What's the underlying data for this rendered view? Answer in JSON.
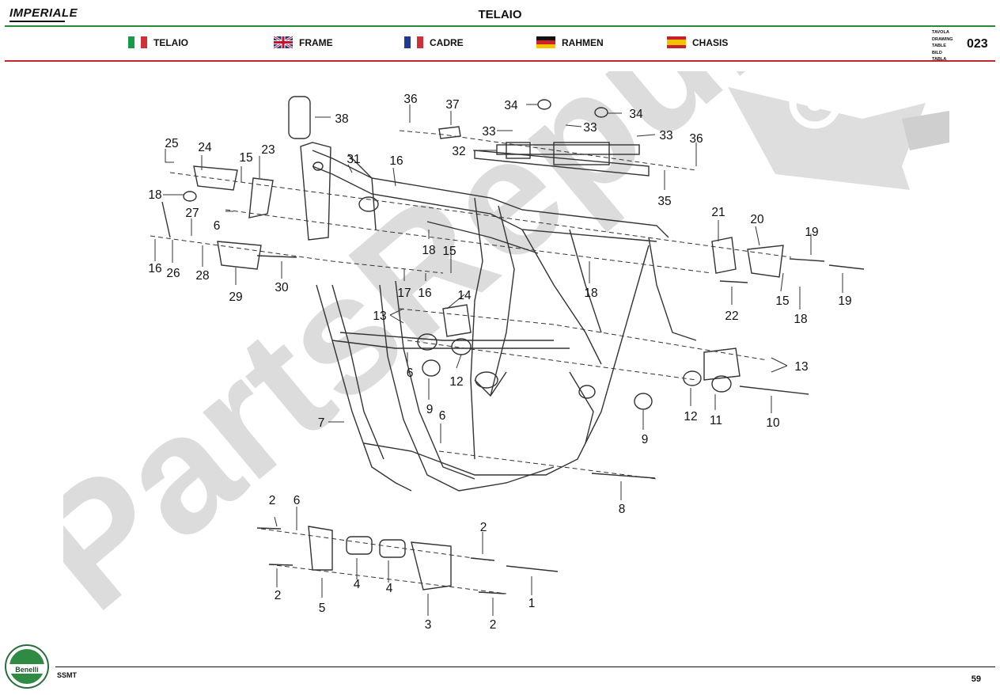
{
  "header": {
    "brand": "IMPERIALE",
    "title": "TELAIO",
    "languages": [
      {
        "label": "TELAIO",
        "flag": "italy-flag-icon"
      },
      {
        "label": "FRAME",
        "flag": "uk-flag-icon"
      },
      {
        "label": "CADRE",
        "flag": "france-flag-icon"
      },
      {
        "label": "RAHMEN",
        "flag": "germany-flag-icon"
      },
      {
        "label": "CHASIS",
        "flag": "spain-flag-icon"
      }
    ],
    "drawing_labels": [
      "TAVOLA",
      "DRAWING",
      "TABLE",
      "BILD",
      "TABLA"
    ],
    "drawing_number": "023"
  },
  "footer": {
    "logo_text": "Benelli",
    "model": "SSMT",
    "page": "59"
  },
  "watermark": {
    "text": "PartsRepublik",
    "icon": "gear-flag-icon"
  },
  "colors": {
    "green_rule": "#2a8a3a",
    "red_rule": "#c0282c",
    "watermark": "#d6d6d6"
  },
  "callouts": {
    "c1": "1",
    "c2a": "2",
    "c2b": "2",
    "c2c": "2",
    "c2d": "2",
    "c3": "3",
    "c4a": "4",
    "c4b": "4",
    "c5": "5",
    "c6a": "6",
    "c6b": "6",
    "c6c": "6",
    "c6d": "6",
    "c7": "7",
    "c8": "8",
    "c9a": "9",
    "c9b": "9",
    "c10": "10",
    "c11": "11",
    "c12a": "12",
    "c12b": "12",
    "c13a": "13",
    "c13b": "13",
    "c14": "14",
    "c15a": "15",
    "c15b": "15",
    "c15c": "15",
    "c16a": "16",
    "c16b": "16",
    "c16c": "16",
    "c17": "17",
    "c18a": "18",
    "c18b": "18",
    "c18c": "18",
    "c18d": "18",
    "c19a": "19",
    "c19b": "19",
    "c20": "20",
    "c21": "21",
    "c22": "22",
    "c23": "23",
    "c24": "24",
    "c25": "25",
    "c26": "26",
    "c27": "27",
    "c28": "28",
    "c29": "29",
    "c30": "30",
    "c31": "31",
    "c32": "32",
    "c33a": "33",
    "c33b": "33",
    "c33c": "33",
    "c34a": "34",
    "c34b": "34",
    "c35": "35",
    "c36a": "36",
    "c36b": "36",
    "c37": "37",
    "c38": "38"
  }
}
